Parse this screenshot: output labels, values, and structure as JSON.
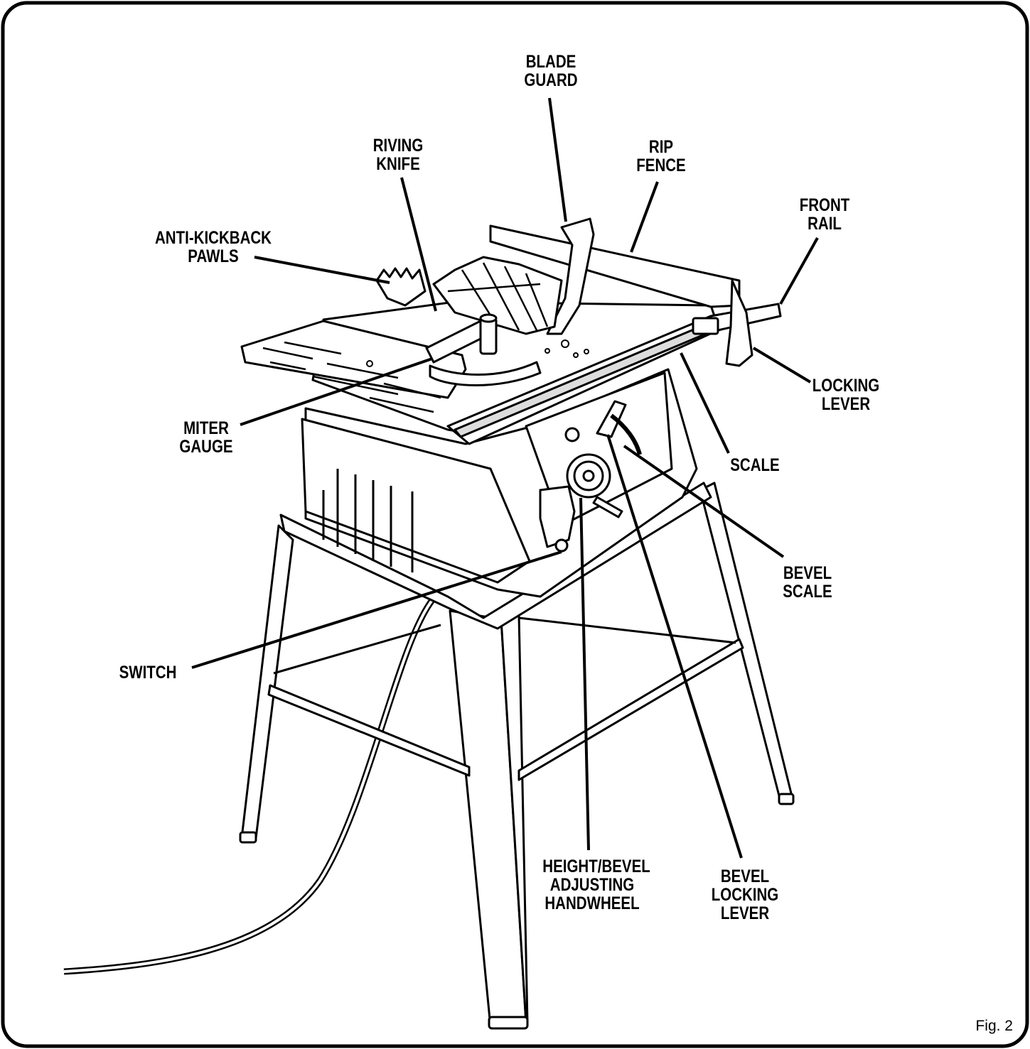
{
  "figure": {
    "caption": "Fig. 2"
  },
  "labels": {
    "blade_guard": [
      "BLADE",
      "GUARD"
    ],
    "riving_knife": [
      "RIVING",
      "KNIFE"
    ],
    "rip_fence": [
      "RIP",
      "FENCE"
    ],
    "front_rail": [
      "FRONT",
      "RAIL"
    ],
    "anti_kickback_pawls": [
      "ANTI-KICKBACK",
      "PAWLS"
    ],
    "locking_lever": [
      "LOCKING",
      "LEVER"
    ],
    "miter_gauge": [
      "MITER",
      "GAUGE"
    ],
    "scale": [
      "SCALE"
    ],
    "bevel_scale": [
      "BEVEL",
      "SCALE"
    ],
    "switch": [
      "SWITCH"
    ],
    "height_bevel_handwheel": [
      "HEIGHT/BEVEL",
      "ADJUSTING",
      "HANDWHEEL"
    ],
    "bevel_locking_lever": [
      "BEVEL",
      "LOCKING",
      "LEVER"
    ]
  }
}
